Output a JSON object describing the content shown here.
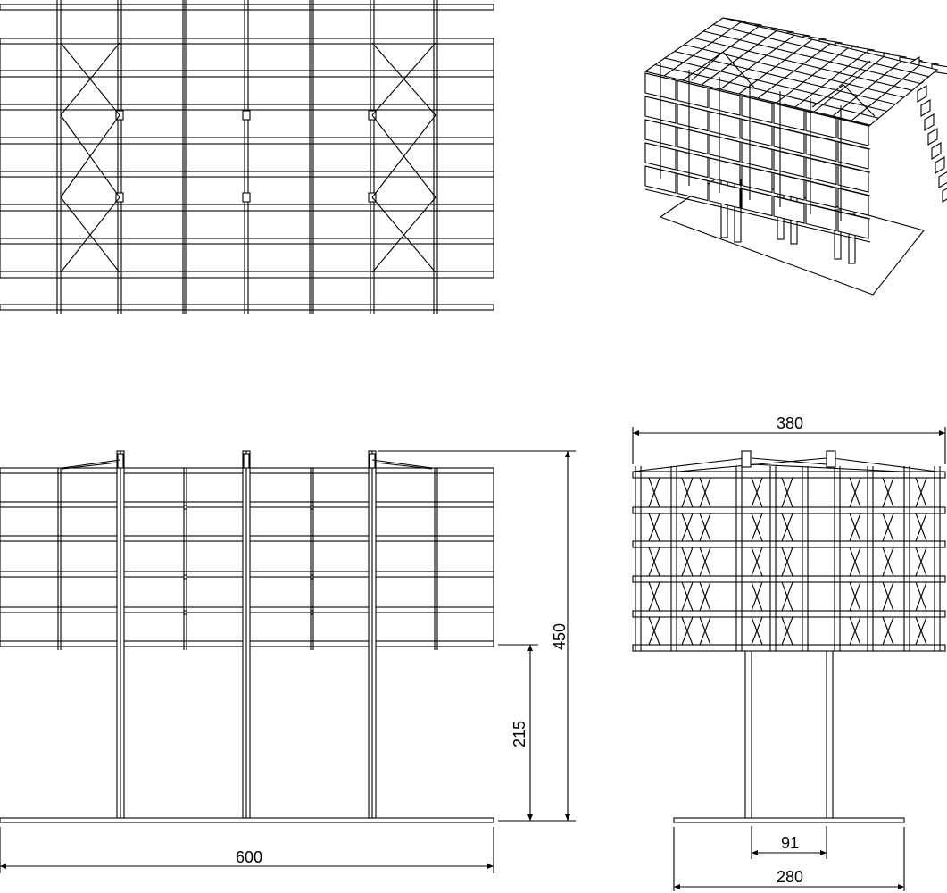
{
  "colors": {
    "line": "#000000",
    "fill": "#ffffff"
  },
  "views": [
    "plan",
    "isometric",
    "front-elevation",
    "side-elevation"
  ],
  "dimensions": {
    "front_width": "600",
    "front_total_height": "450",
    "front_clear_height": "215",
    "side_width": "380",
    "side_base_width": "280",
    "side_post_spacing": "91"
  }
}
